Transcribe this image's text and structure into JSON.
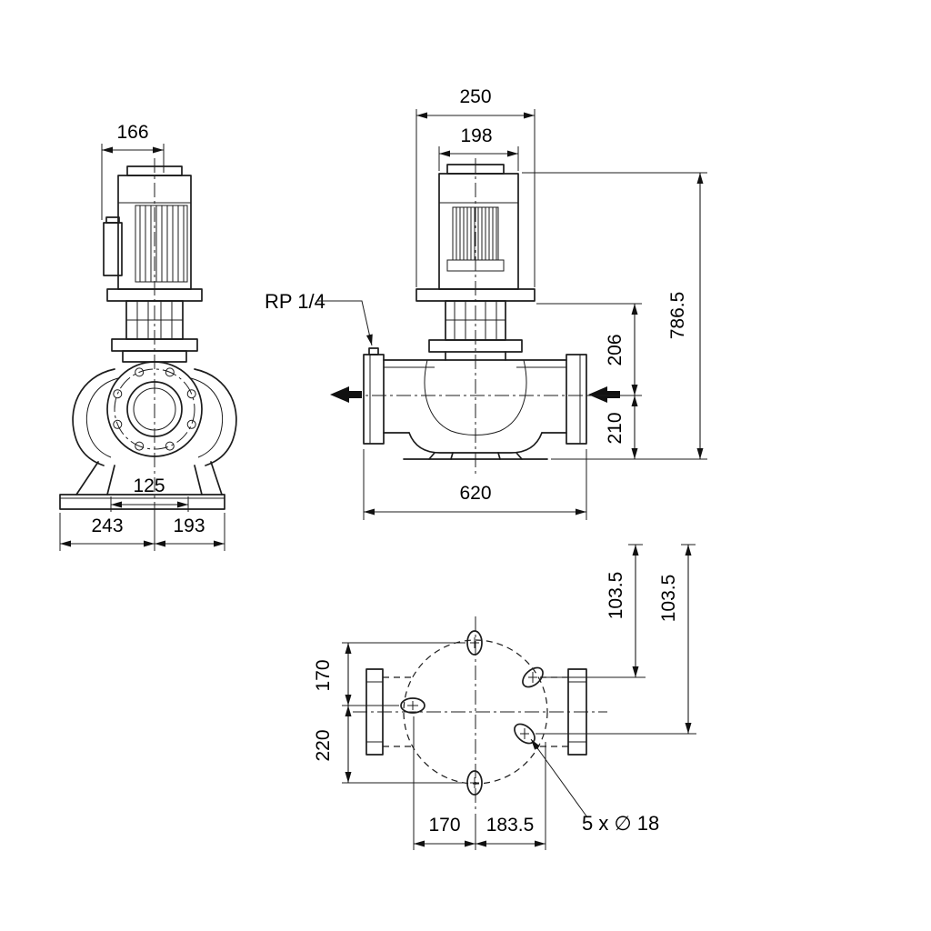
{
  "side_view": {
    "dim_motor_width": "166",
    "dim_port_offset": "125",
    "dim_base_left": "243",
    "dim_base_right": "193"
  },
  "front_view": {
    "dim_stool_width": "250",
    "dim_motor_width": "198",
    "dim_total_height": "786.5",
    "dim_stool_to_center": "206",
    "dim_center_to_base": "210",
    "dim_port_to_port": "620",
    "tapping_label": "RP 1/4"
  },
  "plan_view": {
    "dim_hole_top": "170",
    "dim_hole_bottom": "220",
    "dim_hole_right_upper": "103.5",
    "dim_hole_right_lower": "103.5",
    "dim_hole_left_x": "170",
    "dim_hole_right_x": "183.5",
    "holes_note": "5  x ∅ 18"
  }
}
